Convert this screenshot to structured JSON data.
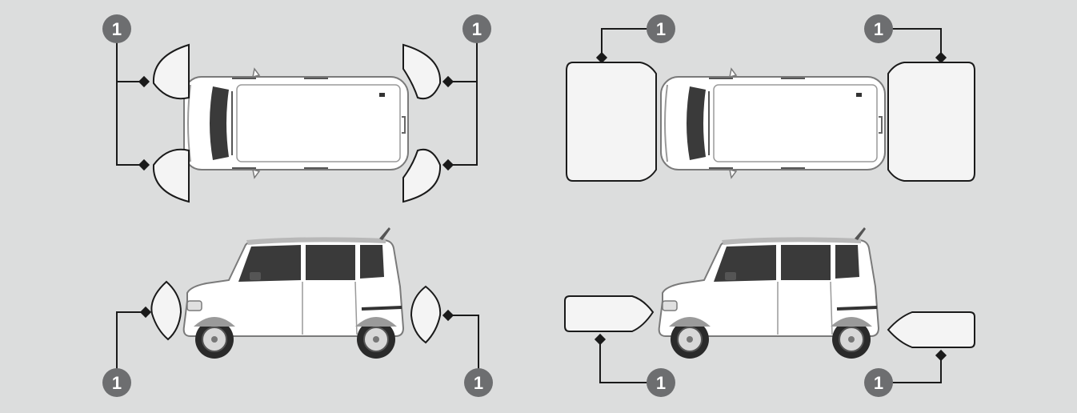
{
  "colors": {
    "background": "#dcdddd",
    "badge": "#6d6e70",
    "badge_text": "#ffffff",
    "leader_line": "#1a1a1a",
    "zone_fill": "#f4f4f4",
    "zone_stroke": "#1a1a1a",
    "car_body": "#ffffff",
    "car_outline": "#7a7a7a",
    "glass": "#3a3a3a"
  },
  "callouts": {
    "top_left_front_upper": "1",
    "top_left_front_lower": "1",
    "top_left_rear_upper": "1",
    "top_left_rear_lower": "1",
    "top_right_front": "1",
    "top_right_rear": "1",
    "side_left_front": "1",
    "side_left_rear": "1",
    "side_right_front": "1",
    "side_right_rear": "1"
  }
}
